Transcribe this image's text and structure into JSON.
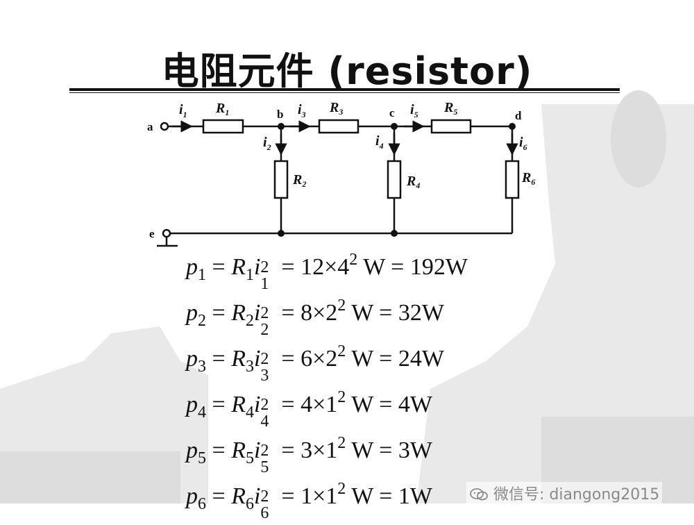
{
  "title": "电阻元件 (resistor)",
  "circuit": {
    "nodes": [
      "a",
      "b",
      "c",
      "d",
      "e"
    ],
    "currents": [
      "i",
      "1",
      "i",
      "3",
      "i",
      "5",
      "i",
      "2",
      "i",
      "4",
      "i",
      "6"
    ],
    "resistors": [
      "R",
      "1",
      "R",
      "3",
      "R",
      "5",
      "R",
      "2",
      "R",
      "4",
      "R",
      "6"
    ]
  },
  "equations": [
    {
      "p": "p",
      "n": "1",
      "R": "R",
      "i": "i",
      "sup": "2",
      "rhs_a": "12",
      "base": "4",
      "exp": "2",
      "result": "192W"
    },
    {
      "p": "p",
      "n": "2",
      "R": "R",
      "i": "i",
      "sup": "2",
      "rhs_a": "8",
      "base": "2",
      "exp": "2",
      "result": "32W"
    },
    {
      "p": "p",
      "n": "3",
      "R": "R",
      "i": "i",
      "sup": "2",
      "rhs_a": "6",
      "base": "2",
      "exp": "2",
      "result": "24W"
    },
    {
      "p": "p",
      "n": "4",
      "R": "R",
      "i": "i",
      "sup": "2",
      "rhs_a": "4",
      "base": "1",
      "exp": "2",
      "result": "4W"
    },
    {
      "p": "p",
      "n": "5",
      "R": "R",
      "i": "i",
      "sup": "2",
      "rhs_a": "3",
      "base": "1",
      "exp": "2",
      "result": "3W"
    },
    {
      "p": "p",
      "n": "6",
      "R": "R",
      "i": "i",
      "sup": "2",
      "rhs_a": "1",
      "base": "1",
      "exp": "2",
      "result": "1W"
    }
  ],
  "symbols": {
    "eq": "=",
    "times": "×",
    "unit": "W"
  },
  "watermark": "微信号: diangong2015"
}
